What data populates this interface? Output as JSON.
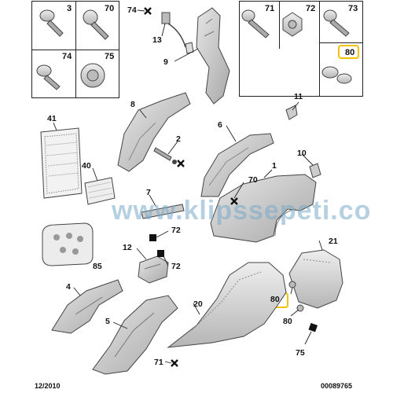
{
  "left_box": {
    "cells": [
      "3",
      "70",
      "74",
      "75"
    ]
  },
  "right_box": {
    "cells": [
      "71",
      "72",
      "73",
      "80"
    ]
  },
  "callouts": {
    "c74": "74",
    "c13": "13",
    "c9": "9",
    "c8": "8",
    "c11": "11",
    "c6": "6",
    "c2": "2",
    "c41": "41",
    "c40": "40",
    "c7": "7",
    "c10": "10",
    "c1": "1",
    "c70": "70",
    "c72a": "72",
    "c12": "12",
    "c72b": "72",
    "c85": "85",
    "c21": "21",
    "c4": "4",
    "c5": "5",
    "c20": "20",
    "c80a": "80",
    "c80b": "80",
    "c75": "75",
    "c71": "71"
  },
  "watermark": "www.klipssepeti.co",
  "footer": {
    "date": "12/2010",
    "code": "00089765"
  },
  "colors": {
    "highlight": "#f2c200",
    "part_fill": "#d4d4d4",
    "line": "#222222"
  }
}
